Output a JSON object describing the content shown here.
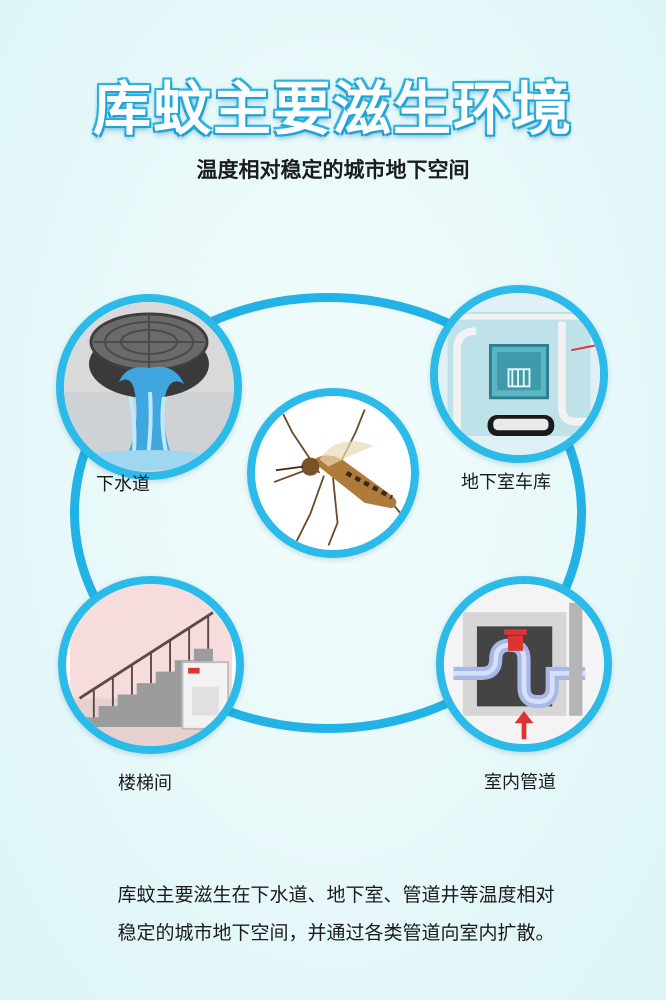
{
  "title": "库蚊主要滋生环境",
  "subtitle": "温度相对稳定的城市地下空间",
  "nodes": {
    "sewer": {
      "label": "下水道",
      "icon": "manhole-icon"
    },
    "basement": {
      "label": "地下室车库",
      "icon": "basement-garage-icon"
    },
    "stairwell": {
      "label": "楼梯间",
      "icon": "stairwell-icon"
    },
    "pipes": {
      "label": "室内管道",
      "icon": "indoor-pipes-icon"
    },
    "center": {
      "icon": "mosquito-icon"
    }
  },
  "description": {
    "line1": "库蚊主要滋生在下水道、地下室、管道井等温度相对",
    "line2": "稳定的城市地下空间，并通过各类管道向室内扩散。"
  },
  "colors": {
    "accent": "#22b2e6",
    "background": "#e9fafb"
  }
}
